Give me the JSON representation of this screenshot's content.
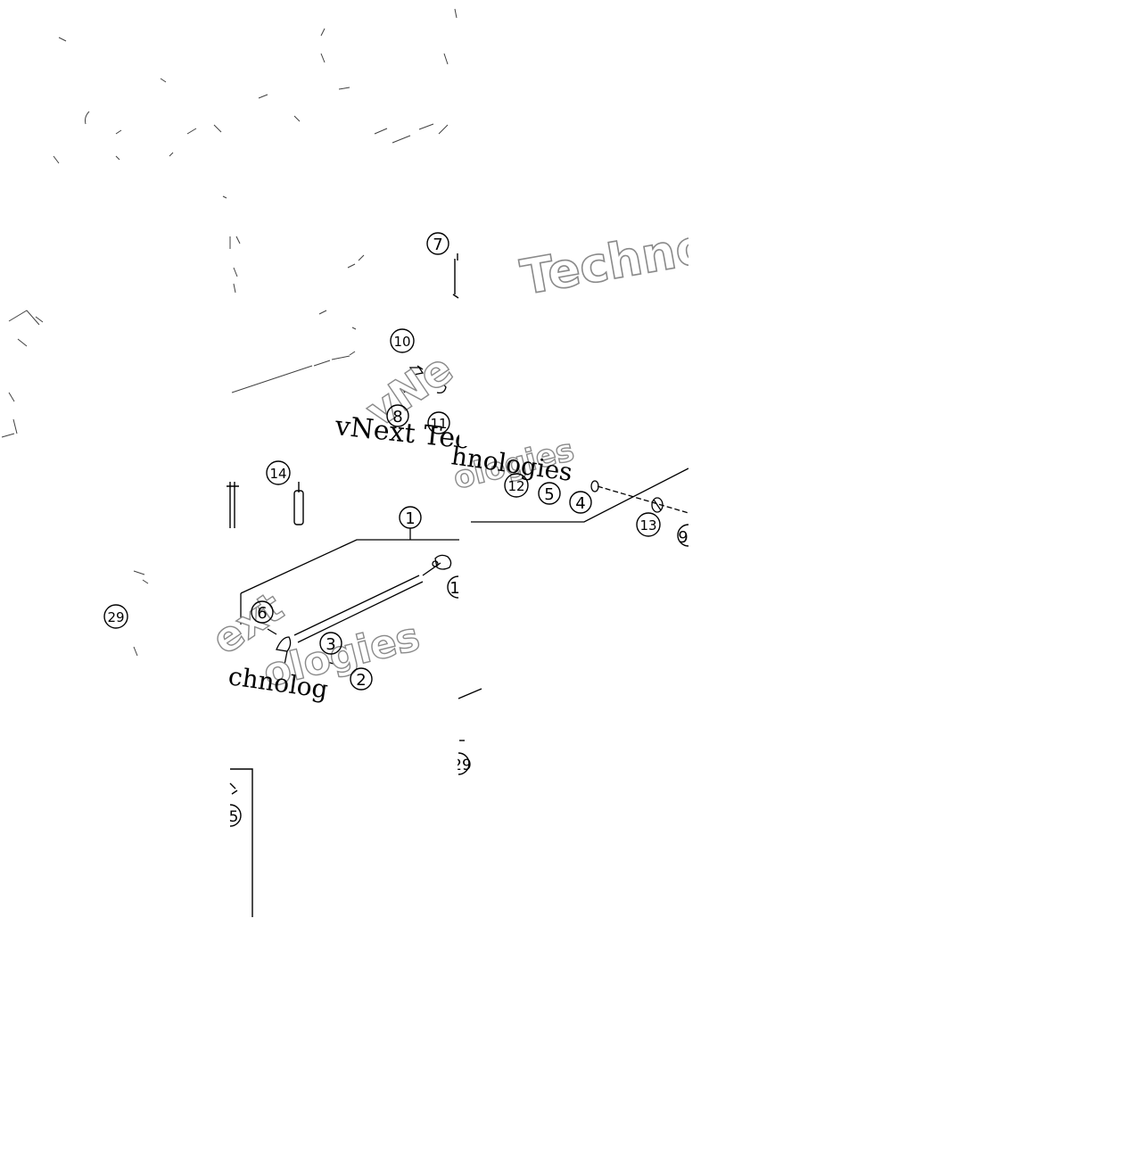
{
  "callouts": [
    {
      "id": "c7",
      "label": "7"
    },
    {
      "id": "c10",
      "label": "10"
    },
    {
      "id": "c8",
      "label": "8"
    },
    {
      "id": "c11",
      "label": "11"
    },
    {
      "id": "c14",
      "label": "14"
    },
    {
      "id": "c12",
      "label": "12"
    },
    {
      "id": "c5",
      "label": "5"
    },
    {
      "id": "c4",
      "label": "4"
    },
    {
      "id": "c13",
      "label": "13"
    },
    {
      "id": "c9",
      "label": "9"
    },
    {
      "id": "c1",
      "label": "1"
    },
    {
      "id": "c1b",
      "label": "1"
    },
    {
      "id": "c6",
      "label": "6"
    },
    {
      "id": "c3",
      "label": "3"
    },
    {
      "id": "c2",
      "label": "2"
    },
    {
      "id": "c29",
      "label": "29"
    },
    {
      "id": "c29b",
      "label": "29"
    },
    {
      "id": "c5b",
      "label": "5"
    }
  ],
  "watermarks": {
    "techno_top": "Techno",
    "vnext_tech": "vNext Tec",
    "vnext_rot": "vNe",
    "nologies_mid": "hnologies",
    "ologies_mid": "ologies",
    "ext_left": "ext",
    "chnolog_left": "chnolog",
    "ologies_left": "ologies"
  },
  "colors": {
    "ink": "#000000",
    "paper": "#ffffff",
    "outline": "#8a8a8a"
  }
}
